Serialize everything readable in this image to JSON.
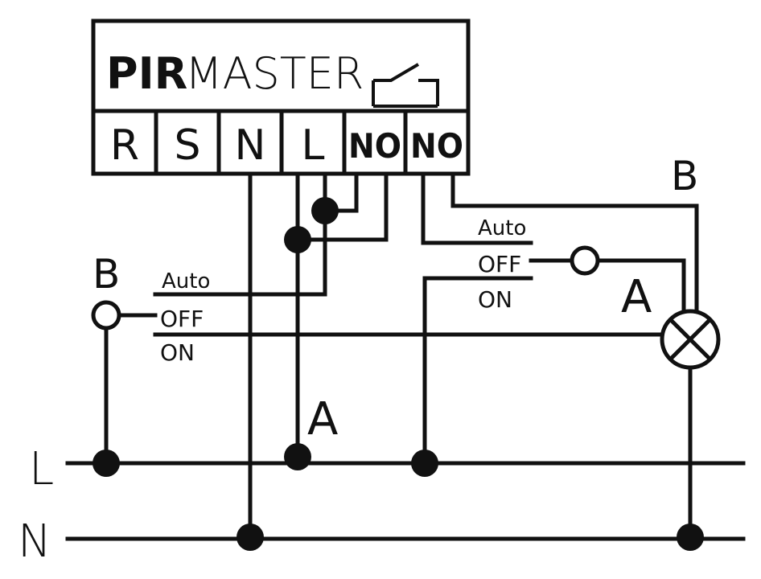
{
  "module": {
    "title_bold": "PIR",
    "title_light": "MASTER",
    "terminals": [
      "R",
      "S",
      "N",
      "L",
      "NO",
      "NO"
    ]
  },
  "left_switch": {
    "label": "B",
    "positions": [
      "Auto",
      "OFF",
      "ON"
    ]
  },
  "right_switch": {
    "positions": [
      "Auto",
      "OFF",
      "ON"
    ]
  },
  "lamp": {
    "label_a": "A",
    "label_b": "B"
  },
  "marker_a": "A",
  "buses": {
    "live": "L",
    "neutral": "N"
  },
  "colors": {
    "ink": "#111111",
    "background": "#ffffff"
  }
}
